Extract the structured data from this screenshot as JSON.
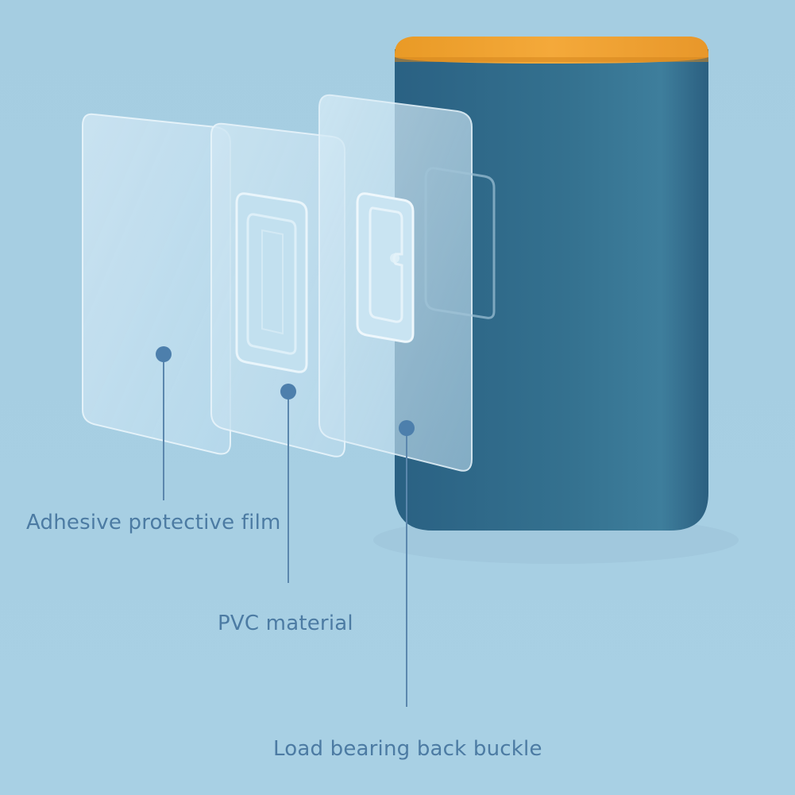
{
  "labels": {
    "adhesive_film": "Adhesive protective film",
    "pvc_material": "PVC material",
    "back_buckle": "Load bearing back buckle"
  },
  "colors": {
    "background": "#a9cfe3",
    "label_text": "#4c7ba3",
    "callout_line": "#5b87ad",
    "callout_dot": "#4d7fac",
    "container_body": "#2f6a8a",
    "container_lid": "#f0a02a"
  },
  "icons": {
    "sticker_pad_hook": "buckle-icon"
  }
}
